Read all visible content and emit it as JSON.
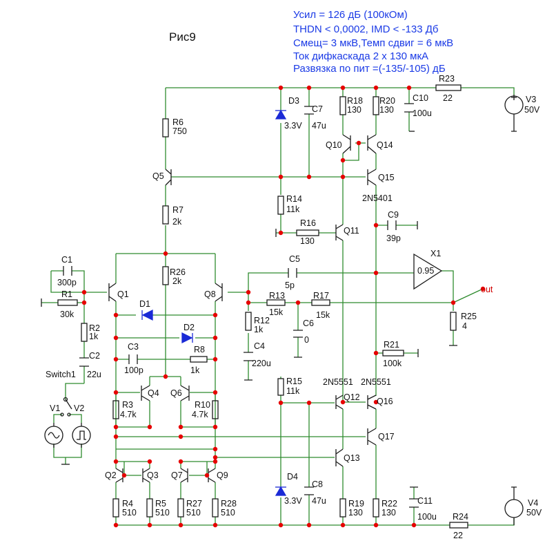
{
  "title": "Рис9",
  "notes": [
    "Усил = 126 дБ (100кОм)",
    "THDN < 0,0002, IMD < -133 Дб",
    "Смещ= 3 мкВ,Темп сдвиг = 6 мкВ",
    "Ток дифкаскада 2 х 130 мкА",
    "Развязка по пит =(-135/-105) дБ"
  ],
  "labels": {
    "R6": "R6",
    "R6v": "750",
    "R7": "R7",
    "R7v": "2k",
    "R26": "R26",
    "R26v": "2k",
    "D3": "D3",
    "D3v": "3.3V",
    "C7": "C7",
    "C7v": "47u",
    "R18": "R18",
    "R18v": "130",
    "R20": "R20",
    "R20v": "130",
    "C10": "C10",
    "C10v": "100u",
    "R23": "R23",
    "R23v": "22",
    "V3": "V3",
    "V3v": "50V",
    "Q10": "Q10",
    "Q14": "Q14",
    "Q15": "Q15",
    "Q15t": "2N5401",
    "Q5": "Q5",
    "R14": "R14",
    "R14v": "11k",
    "R16": "R16",
    "R16v": "130",
    "Q11": "Q11",
    "C9": "C9",
    "C9v": "39p",
    "C1": "C1",
    "C1v": "300p",
    "R1": "R1",
    "R1v": "30k",
    "Q1": "Q1",
    "Q8": "Q8",
    "C5": "C5",
    "C5v": "5p",
    "X1": "X1",
    "X1v": "0.95",
    "out": "out",
    "D1": "D1",
    "D2": "D2",
    "R13": "R13",
    "R13v": "15k",
    "R17": "R17",
    "R17v": "15k",
    "R25": "R25",
    "R25v": "4",
    "R2": "R2",
    "R2v": "1k",
    "C2": "C2",
    "C2v": "22u",
    "R12": "R12",
    "R12v": "1k",
    "C6": "C6",
    "C6v": "0",
    "C3": "C3",
    "C3v": "100p",
    "R8": "R8",
    "R8v": "1k",
    "C4": "C4",
    "C4v": "220u",
    "R21": "R21",
    "R21v": "100k",
    "Switch1": "Switch1",
    "V1": "V1",
    "V2": "V2",
    "Q4": "Q4",
    "Q6": "Q6",
    "R3": "R3",
    "R3v": "4.7k",
    "R10": "R10",
    "R10v": "4.7k",
    "R15": "R15",
    "R15v": "11k",
    "Q12": "Q12",
    "Q12t": "2N5551",
    "Q16": "Q16",
    "Q16t": "2N5551",
    "Q17": "Q17",
    "Q13": "Q13",
    "Q2": "Q2",
    "Q3": "Q3",
    "Q7": "Q7",
    "Q9": "Q9",
    "D4": "D4",
    "D4v": "3.3V",
    "C8": "C8",
    "C8v": "47u",
    "R4": "R4",
    "R4v": "510",
    "R5": "R5",
    "R5v": "510",
    "R27": "R27",
    "R27v": "510",
    "R28": "R28",
    "R28v": "510",
    "R19": "R19",
    "R19v": "130",
    "R22": "R22",
    "R22v": "130",
    "C11": "C11",
    "C11v": "100u",
    "R24": "R24",
    "R24v": "22",
    "V4": "V4",
    "V4v": "50V"
  },
  "colors": {
    "wire": "#2e8b2e",
    "node": "#e60000",
    "component": "#1a1a1a",
    "note": "#1a3ae6",
    "diode": "#1a2ad6"
  }
}
